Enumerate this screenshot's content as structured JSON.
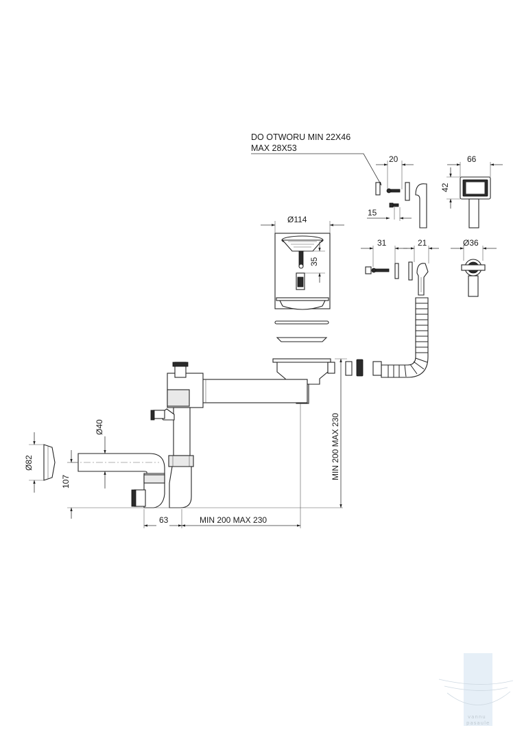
{
  "note": {
    "line1": "DO OTWORU MIN 22X46",
    "line2": "MAX 28X53"
  },
  "dimensions": {
    "overflow_width": "20",
    "overflow_screw": "15",
    "overflow_box_width": "66",
    "overflow_box_height": "42",
    "connector_31": "31",
    "connector_21": "21",
    "connector_dia": "Ø36",
    "strainer_dia": "Ø114",
    "strainer_35": "35",
    "outlet_dia": "Ø40",
    "cap_dia": "Ø82",
    "outlet_height": "107",
    "offset_63": "63",
    "horizontal_range": "MIN 200 MAX 230",
    "vertical_range": "MIN 200 MAX 230"
  },
  "watermark": {
    "line1": "vannu",
    "line2": "pasaule"
  }
}
